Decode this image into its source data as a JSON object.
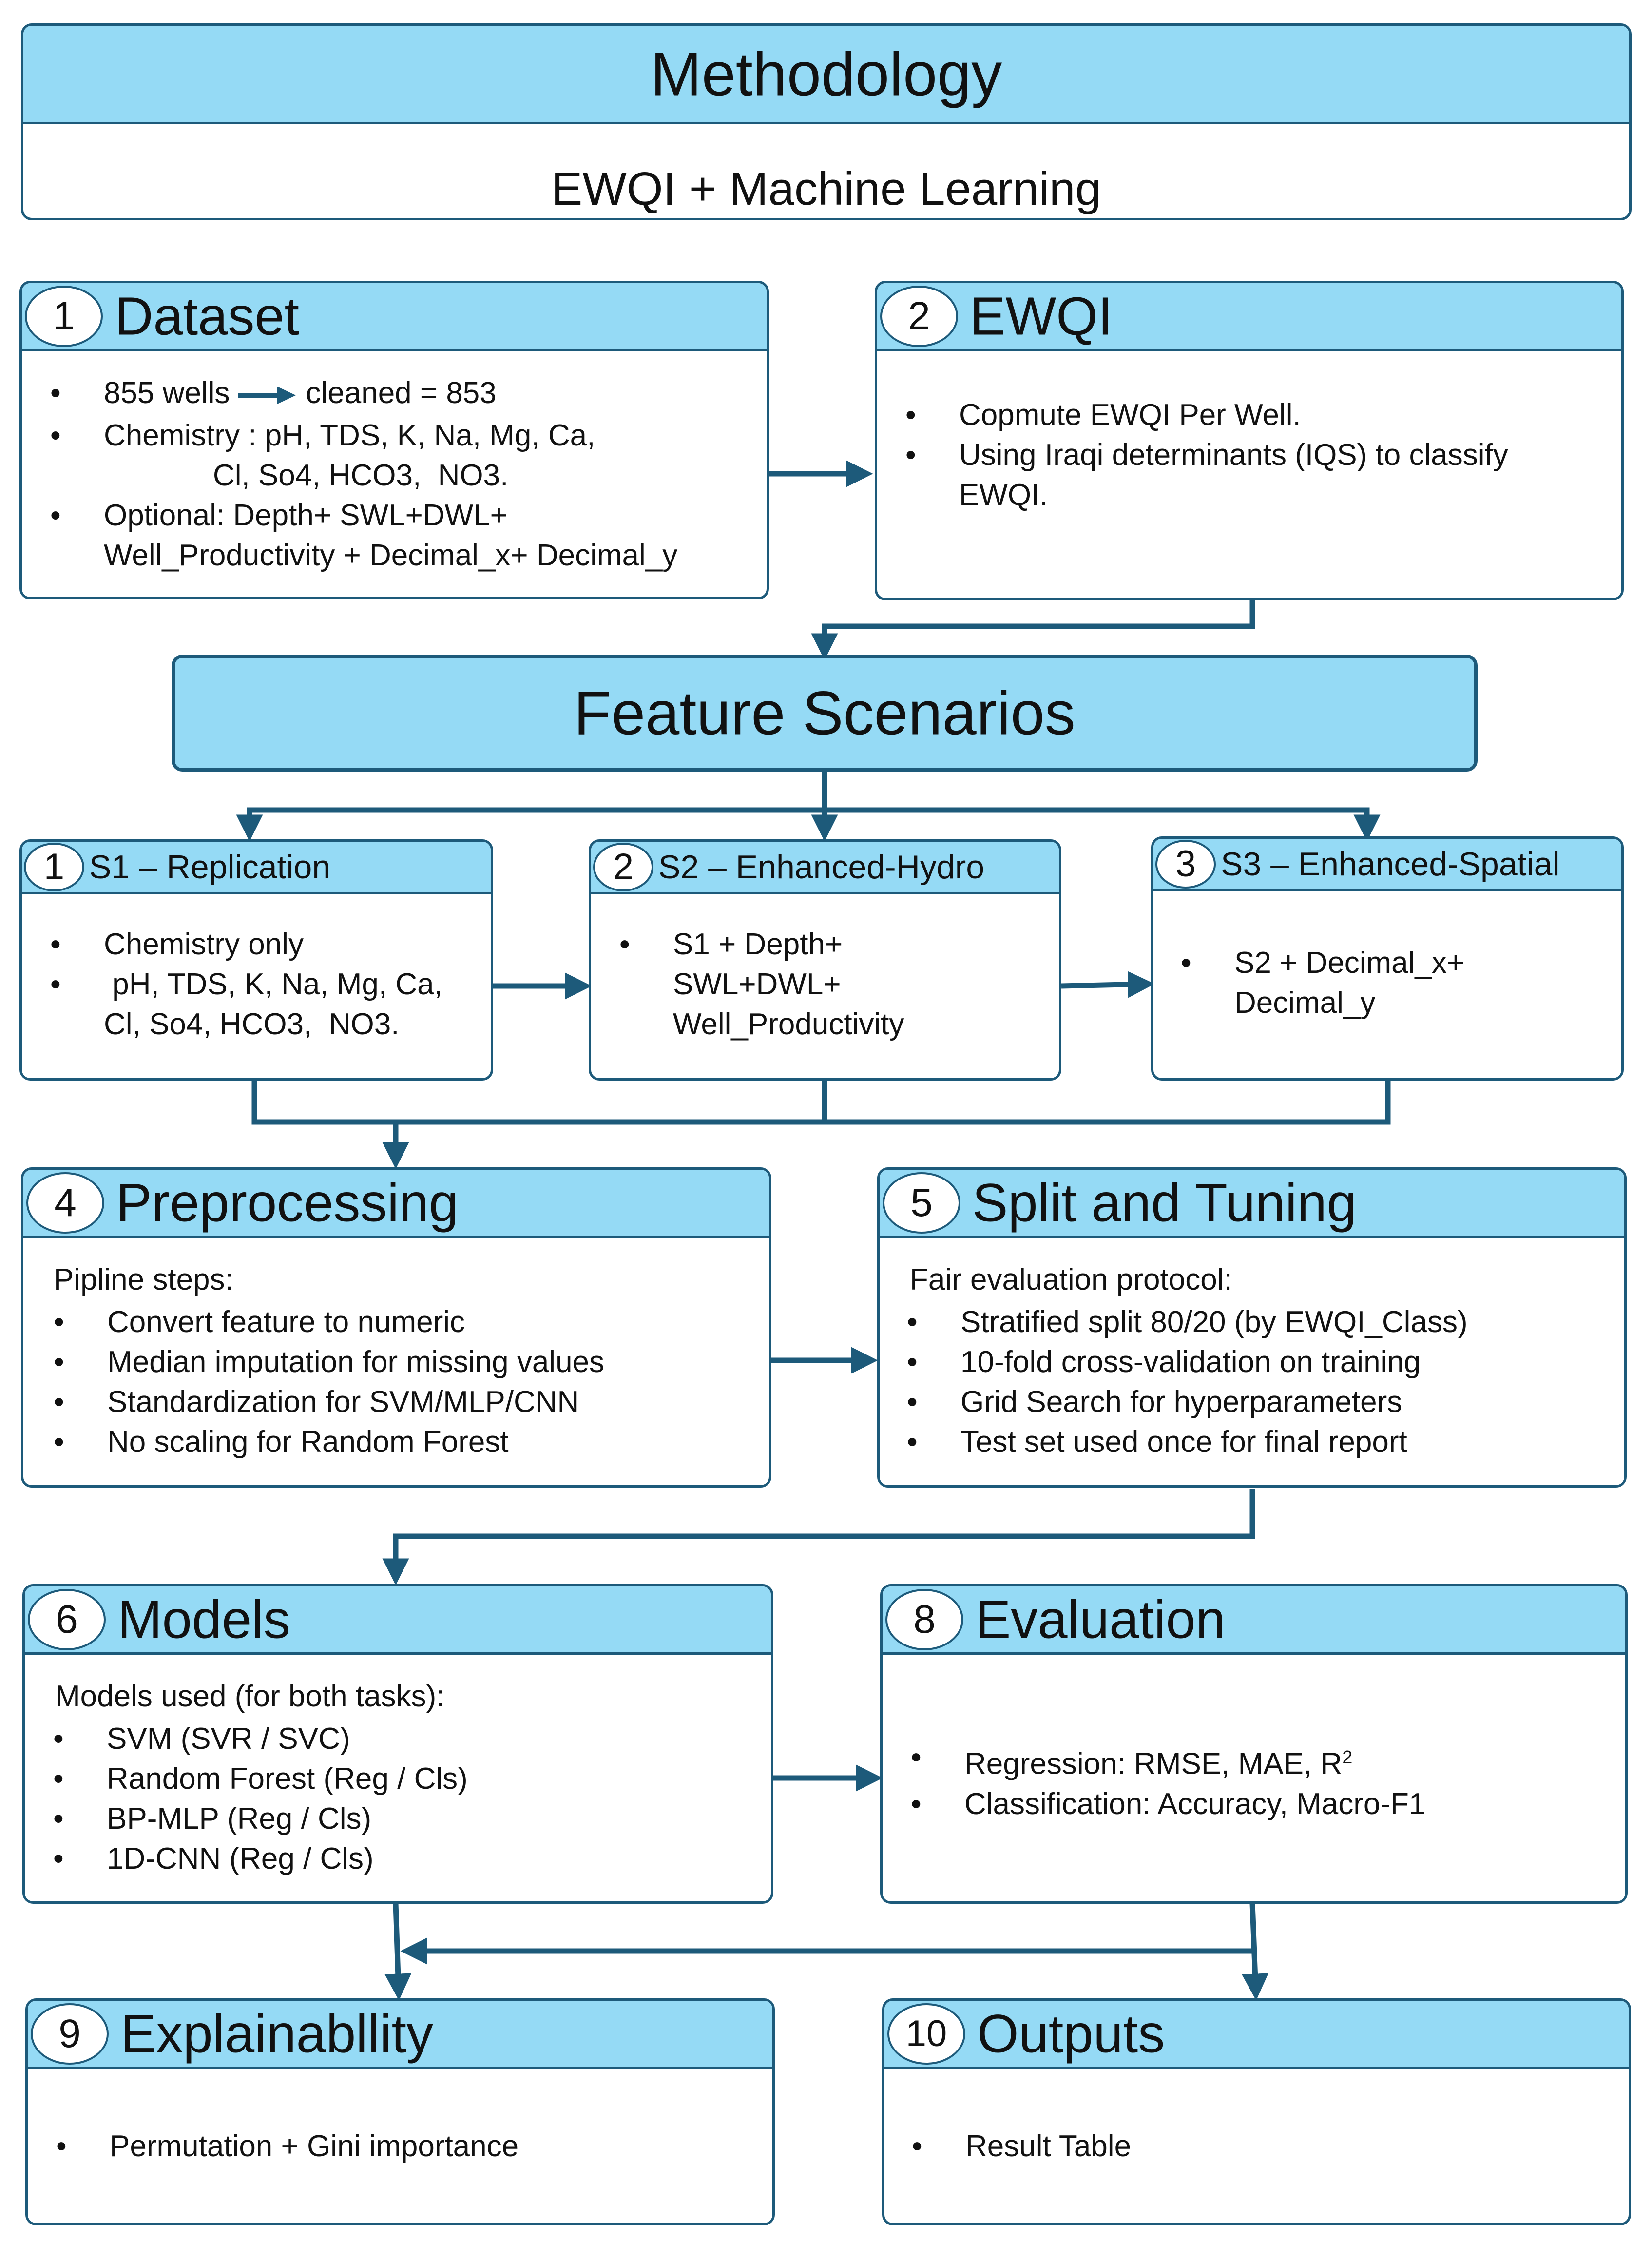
{
  "title": "Methodology",
  "subtitle": "EWQI + Machine Learning",
  "colors": {
    "header_fill": "#95daf5",
    "border": "#1d5a7a",
    "arrow": "#1d5a7a"
  },
  "dataset": {
    "num": "1",
    "title": "Dataset",
    "line1_a": "855 wells",
    "line1_b": "cleaned = 853",
    "items": [
      "Chemistry : pH, TDS, K, Na, Mg, Ca,",
      "Optional: Depth+ SWL+DWL+"
    ],
    "items_cont": [
      "             Cl, So4, HCO3,  NO3.",
      "Well_Productivity + Decimal_x+ Decimal_y"
    ]
  },
  "ewqi": {
    "num": "2",
    "title": "EWQI",
    "items": [
      "Copmute EWQI Per Well.",
      "Using Iraqi determinants (IQS) to classify"
    ],
    "items_cont": "EWQI."
  },
  "feature_scenarios": "Feature Scenarios",
  "s1": {
    "num": "1",
    "title": "S1 – Replication",
    "items": [
      "Chemistry only",
      " pH, TDS, K, Na, Mg, Ca,"
    ],
    "items_cont": "Cl, So4, HCO3,  NO3."
  },
  "s2": {
    "num": "2",
    "title": "S2 – Enhanced-Hydro",
    "items": [
      "S1 + Depth+"
    ],
    "items_cont": [
      "SWL+DWL+",
      "Well_Productivity"
    ]
  },
  "s3": {
    "num": "3",
    "title": "S3 – Enhanced-Spatial",
    "items": [
      "S2 + Decimal_x+"
    ],
    "items_cont": "Decimal_y"
  },
  "preprocessing": {
    "num": "4",
    "title": "Preprocessing",
    "intro": "Pipline steps:",
    "items": [
      "Convert feature to numeric",
      "Median imputation for missing values",
      "Standardization for SVM/MLP/CNN",
      "No scaling for Random Forest"
    ]
  },
  "split": {
    "num": "5",
    "title": "Split and Tuning",
    "intro": "Fair evaluation protocol:",
    "items": [
      "Stratified split 80/20 (by EWQI_Class)",
      "10-fold cross-validation on training",
      "Grid Search for hyperparameters",
      "Test set used once for final report"
    ]
  },
  "models": {
    "num": "6",
    "title": "Models",
    "intro": "Models used (for both tasks):",
    "items": [
      "SVM (SVR / SVC)",
      "Random Forest (Reg / Cls)",
      "BP-MLP (Reg / Cls)",
      "1D-CNN (Reg / Cls)"
    ]
  },
  "evaluation": {
    "num": "8",
    "title": "Evaluation",
    "regression": "Regression: RMSE, MAE, R",
    "regression_sup": "2",
    "classification": "Classification: Accuracy, Macro-F1"
  },
  "explain": {
    "num": "9",
    "title": "Explainabllity",
    "items": [
      "Permutation + Gini importance"
    ]
  },
  "outputs": {
    "num": "10",
    "title": "Outputs",
    "items": [
      "Result Table"
    ]
  }
}
